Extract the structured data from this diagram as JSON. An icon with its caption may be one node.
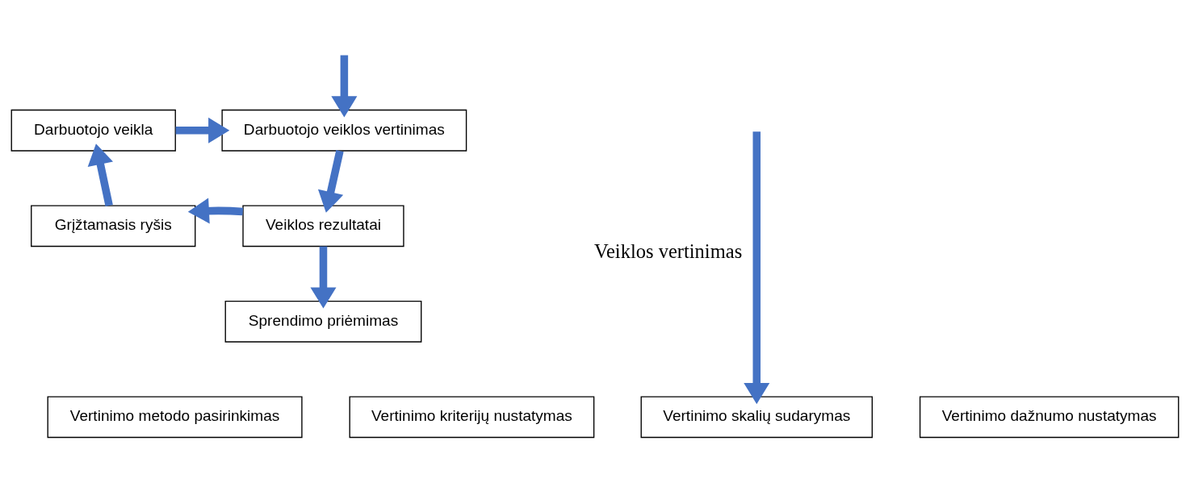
{
  "diagram": {
    "nodes": [
      {
        "text": [
          "Darbuotojo veikla"
        ]
      },
      {
        "text": [
          "Darbuotojo veiklos vertinimas"
        ]
      },
      {
        "text": [
          "Veiklos rezultatai"
        ]
      },
      {
        "text": [
          "Grįžtamasis ryšis"
        ]
      },
      {
        "text": [
          "Sprendimo priėmimas"
        ]
      },
      {
        "text": [
          "Vertinimo metodo pasirinkimas"
        ]
      },
      {
        "text": [
          "Vertinimo kriterijų nustatymas"
        ]
      },
      {
        "text": [
          "Vertinimo skalių sudarymas"
        ]
      },
      {
        "text": [
          "Vertinimo dažnumo nustatymas"
        ]
      }
    ],
    "edges": [
      {
        "from": 0,
        "to": 1,
        "arrow": "to"
      },
      {
        "from": null,
        "to": 1,
        "arrow": "to"
      },
      {
        "from": 1,
        "to": 2,
        "arrow": "to"
      },
      {
        "from": 2,
        "to": 3,
        "arrow": "to"
      },
      {
        "from": 2,
        "to": 4,
        "arrow": "to"
      },
      {
        "from": 3,
        "to": 0,
        "arrow": "to"
      },
      {
        "from": null,
        "to": 7,
        "arrow": "to",
        "label": "Veiklos vertinimas"
      }
    ]
  }
}
